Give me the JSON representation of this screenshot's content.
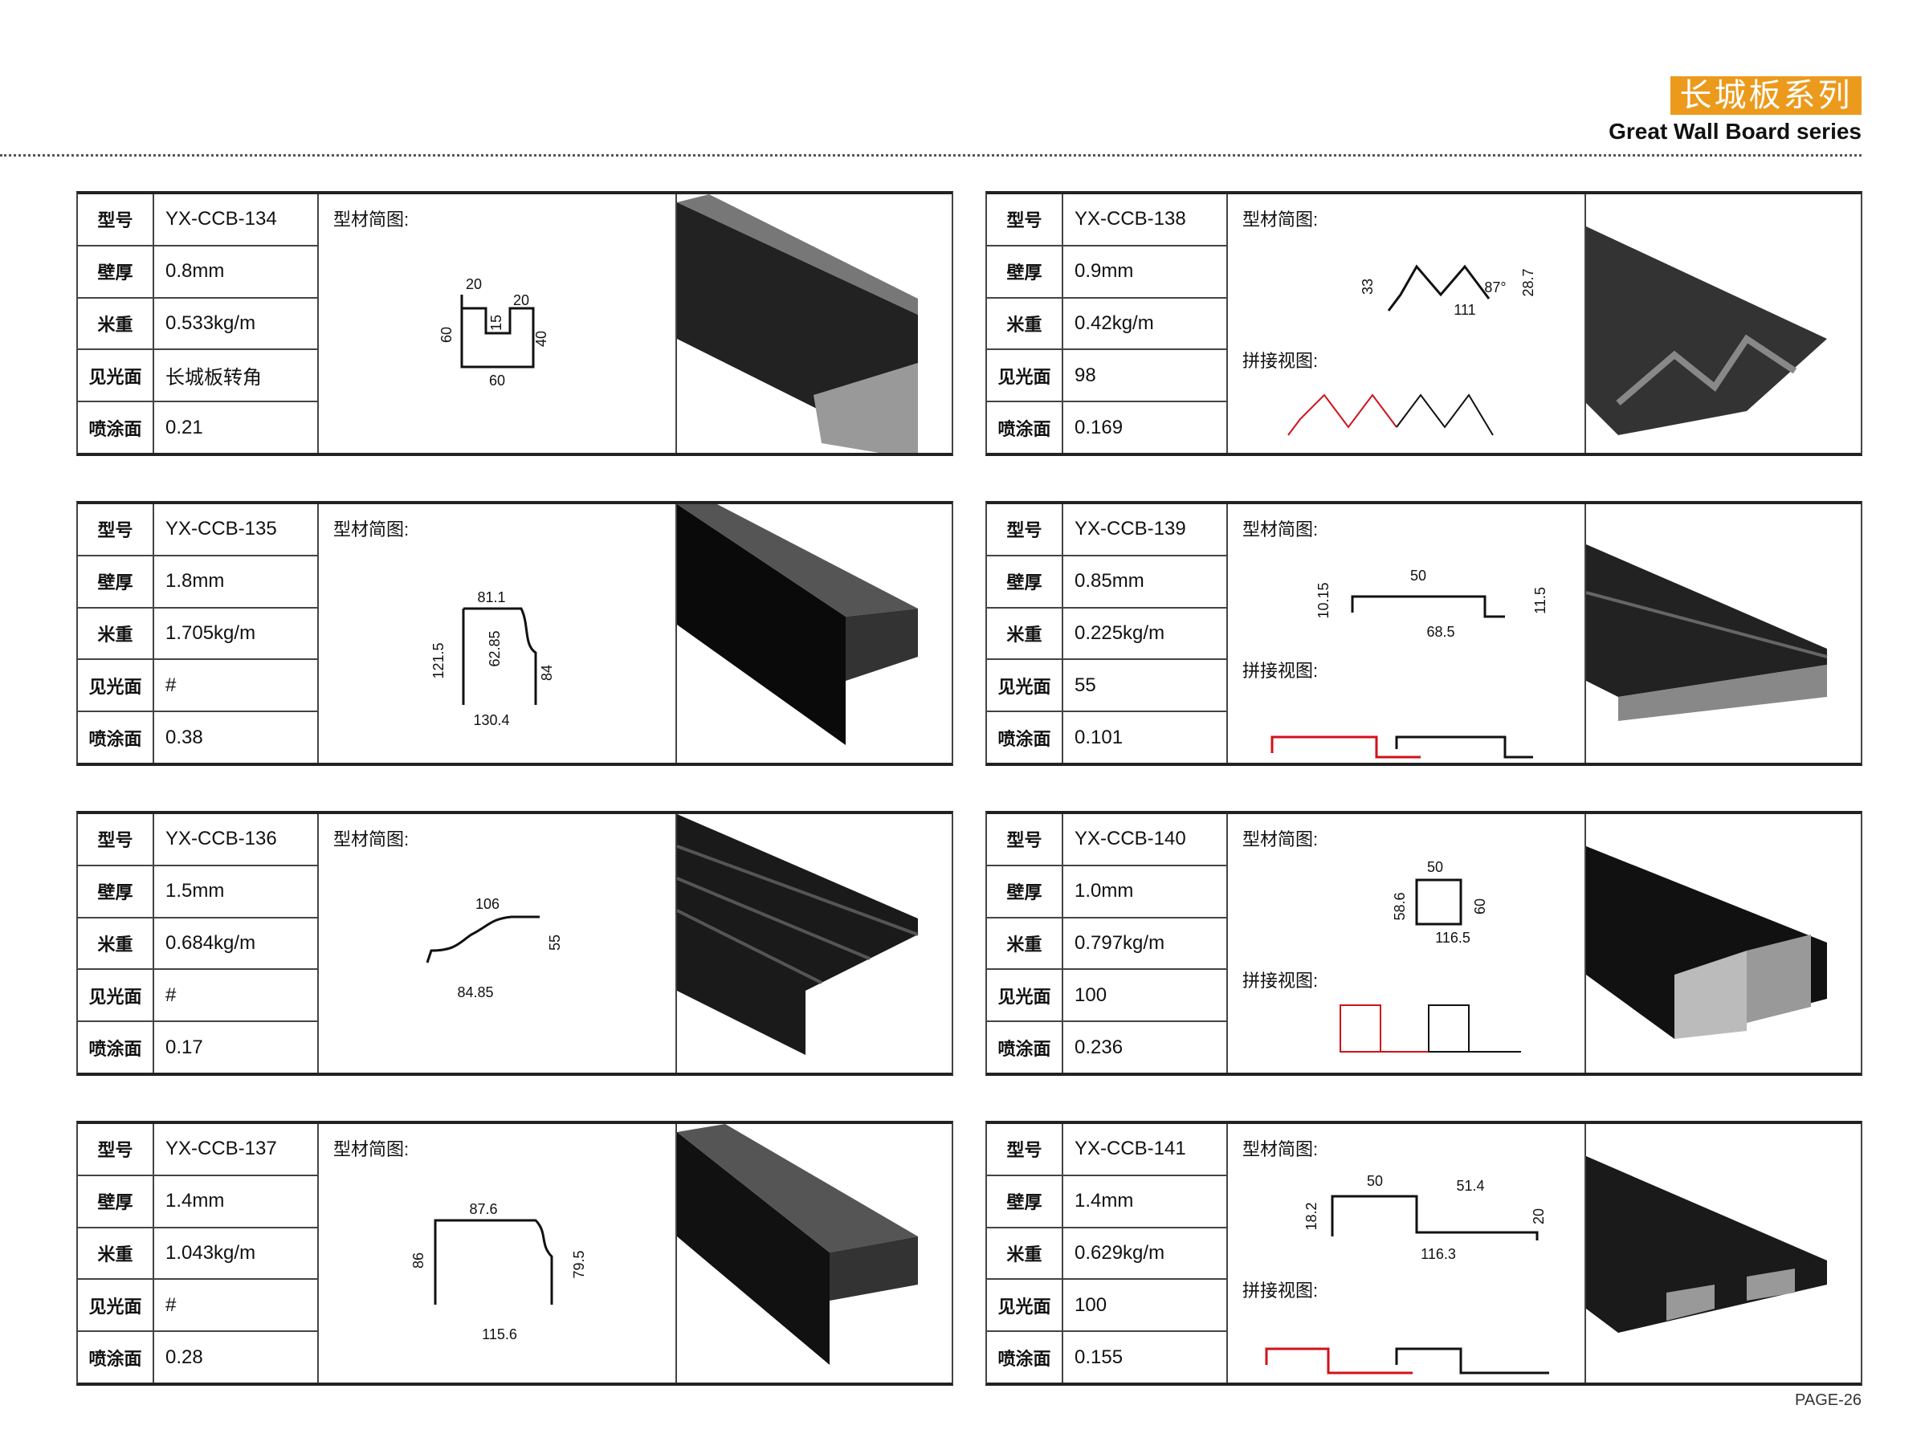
{
  "header": {
    "title_cn": "长城板系列",
    "title_en": "Great Wall Board series"
  },
  "labels": {
    "model": "型号",
    "thickness": "壁厚",
    "weight": "米重",
    "visible": "见光面",
    "coating": "喷涂面",
    "profile": "型材简图:",
    "splice": "拼接视图:"
  },
  "cards": [
    {
      "model": "YX-CCB-134",
      "thickness": "0.8mm",
      "weight": "0.533kg/m",
      "visible": "长城板转角",
      "coating": "0.21",
      "dims": [
        "20",
        "20",
        "60",
        "15",
        "40",
        "60"
      ]
    },
    {
      "model": "YX-CCB-135",
      "thickness": "1.8mm",
      "weight": "1.705kg/m",
      "visible": "#",
      "coating": "0.38",
      "dims": [
        "81.1",
        "121.5",
        "62.85",
        "84",
        "130.4"
      ]
    },
    {
      "model": "YX-CCB-136",
      "thickness": "1.5mm",
      "weight": "0.684kg/m",
      "visible": "#",
      "coating": "0.17",
      "dims": [
        "106",
        "55",
        "84.85"
      ]
    },
    {
      "model": "YX-CCB-137",
      "thickness": "1.4mm",
      "weight": "1.043kg/m",
      "visible": "#",
      "coating": "0.28",
      "dims": [
        "87.6",
        "86",
        "79.5",
        "115.6"
      ]
    },
    {
      "model": "YX-CCB-138",
      "thickness": "0.9mm",
      "weight": "0.42kg/m",
      "visible": "98",
      "coating": "0.169",
      "dims": [
        "33",
        "111",
        "87°",
        "28.7"
      ]
    },
    {
      "model": "YX-CCB-139",
      "thickness": "0.85mm",
      "weight": "0.225kg/m",
      "visible": "55",
      "coating": "0.101",
      "dims": [
        "50",
        "10.15",
        "68.5",
        "11.5"
      ]
    },
    {
      "model": "YX-CCB-140",
      "thickness": "1.0mm",
      "weight": "0.797kg/m",
      "visible": "100",
      "coating": "0.236",
      "dims": [
        "50",
        "58.6",
        "60",
        "116.5"
      ]
    },
    {
      "model": "YX-CCB-141",
      "thickness": "1.4mm",
      "weight": "0.629kg/m",
      "visible": "100",
      "coating": "0.155",
      "dims": [
        "50",
        "51.4",
        "18.2",
        "20",
        "116.3"
      ]
    }
  ],
  "footer": {
    "page": "PAGE-26"
  },
  "colors": {
    "accent": "#ec9a1c",
    "splice_red": "#d0121b"
  }
}
